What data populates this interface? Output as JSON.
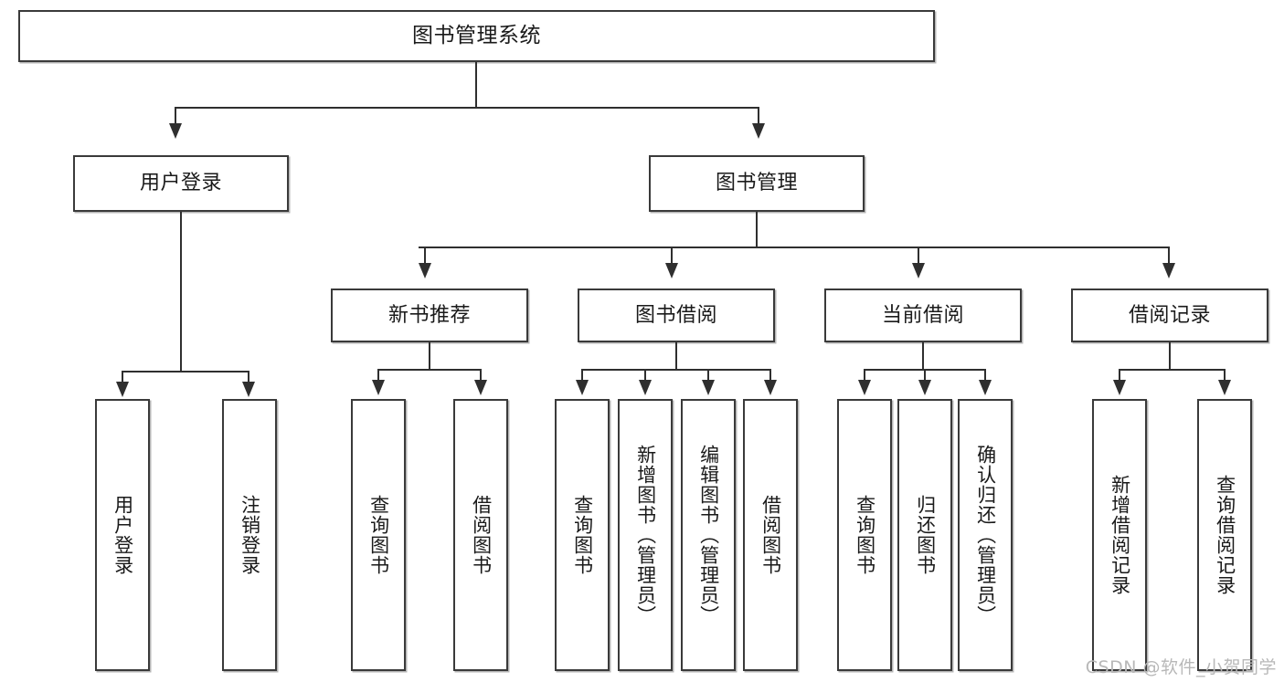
{
  "diagram": {
    "type": "tree",
    "title": "图书管理系统",
    "watermark": "CSDN @软件_小贺同学",
    "colors": {
      "box_border": "#3a3a3a",
      "connector": "#2f2f2f",
      "background": "#ffffff",
      "text": "#1a1a1a",
      "watermark": "#b8b8b8"
    },
    "nodes": {
      "root": {
        "label": "图书管理系统",
        "level": 1
      },
      "l2": [
        {
          "label": "用户登录",
          "level": 2
        },
        {
          "label": "图书管理",
          "level": 2
        }
      ],
      "l3": [
        {
          "label": "新书推荐",
          "level": 3,
          "parent": "图书管理"
        },
        {
          "label": "图书借阅",
          "level": 3,
          "parent": "图书管理"
        },
        {
          "label": "当前借阅",
          "level": 3,
          "parent": "图书管理"
        },
        {
          "label": "借阅记录",
          "level": 3,
          "parent": "图书管理"
        }
      ],
      "leaves_user_login": [
        {
          "label": "用户登录",
          "parent": "用户登录"
        },
        {
          "label": "注销登录",
          "parent": "用户登录"
        }
      ],
      "leaves_new_books": [
        {
          "label": "查询图书",
          "parent": "新书推荐"
        },
        {
          "label": "借阅图书",
          "parent": "新书推荐"
        }
      ],
      "leaves_borrow": [
        {
          "label": "查询图书",
          "parent": "图书借阅"
        },
        {
          "label": "新增图书（管理员）",
          "parent": "图书借阅"
        },
        {
          "label": "编辑图书（管理员）",
          "parent": "图书借阅"
        },
        {
          "label": "借阅图书",
          "parent": "图书借阅"
        }
      ],
      "leaves_current": [
        {
          "label": "查询图书",
          "parent": "当前借阅"
        },
        {
          "label": "归还图书",
          "parent": "当前借阅"
        },
        {
          "label": "确认归还（管理员）",
          "parent": "当前借阅"
        }
      ],
      "leaves_records": [
        {
          "label": "新增借阅记录",
          "parent": "借阅记录"
        },
        {
          "label": "查询借阅记录",
          "parent": "借阅记录"
        }
      ]
    }
  }
}
